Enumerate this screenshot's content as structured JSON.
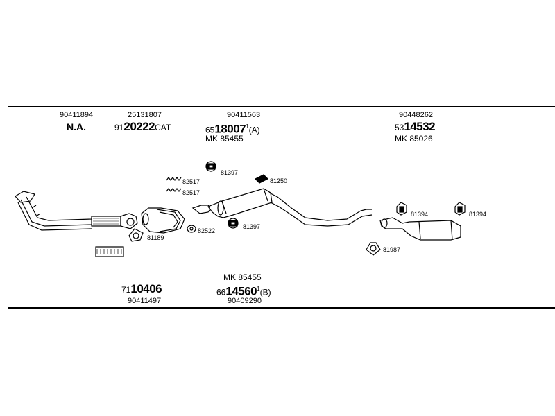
{
  "top": {
    "col1": {
      "part_no": "90411894",
      "code": "N.A."
    },
    "col2": {
      "part_no": "25131807",
      "code_prefix": "91",
      "code_main": "20222",
      "code_suffix": "CAT"
    },
    "col3": {
      "part_no": "90411563",
      "code_prefix": "65",
      "code_main": "18007",
      "code_sup": "1",
      "code_suffix": "(A)",
      "mk": "MK 85455"
    },
    "col4": {
      "part_no": "90448262",
      "code_prefix": "53",
      "code_main": "14532",
      "mk": "MK 85026"
    }
  },
  "parts": {
    "p81397a": "81397",
    "p82517a": "82517",
    "p82517b": "82517",
    "p81250": "81250",
    "p82522": "82522",
    "p81397b": "81397",
    "p81189": "81189",
    "p81394a": "81394",
    "p81394b": "81394",
    "p81987": "81987"
  },
  "bottom": {
    "left": {
      "code_prefix": "71",
      "code_main": "10406",
      "part_no": "90411497"
    },
    "center": {
      "mk": "MK 85455",
      "code_prefix": "66",
      "code_main": "14560",
      "code_sup": "1",
      "code_suffix": "(B)",
      "part_no": "90409290"
    }
  }
}
